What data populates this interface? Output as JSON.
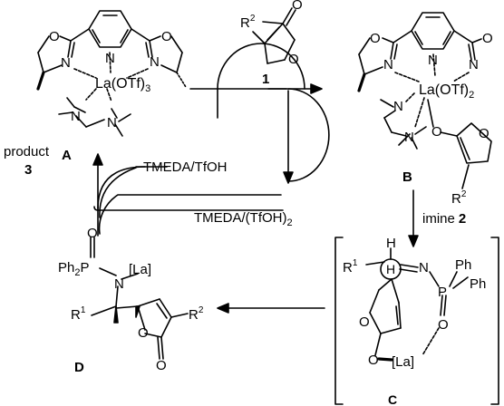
{
  "labels": {
    "A": "A",
    "B": "B",
    "C": "C",
    "D": "D",
    "compound1": "1",
    "product": "product",
    "product_num": "3",
    "imine": "imine",
    "imine_num": "2",
    "tmeda_tfoh": "TMEDA/TfOH",
    "tmeda_tfoh2": "TMEDA/(TfOH)",
    "tmeda_tfoh2_sub": "2"
  },
  "atoms": {
    "O": "O",
    "N": "N",
    "La": "La",
    "OTf3": "(OTf)",
    "OTf3_sub": "3",
    "OTf2": "(OTf)",
    "OTf2_sub": "2",
    "R": "R",
    "sup2": "2",
    "sup1": "1",
    "H": "H",
    "Ph": "Ph",
    "Ph2": "Ph",
    "Ph2_sub": "2",
    "P": "P",
    "La_bracket": "[La]"
  }
}
